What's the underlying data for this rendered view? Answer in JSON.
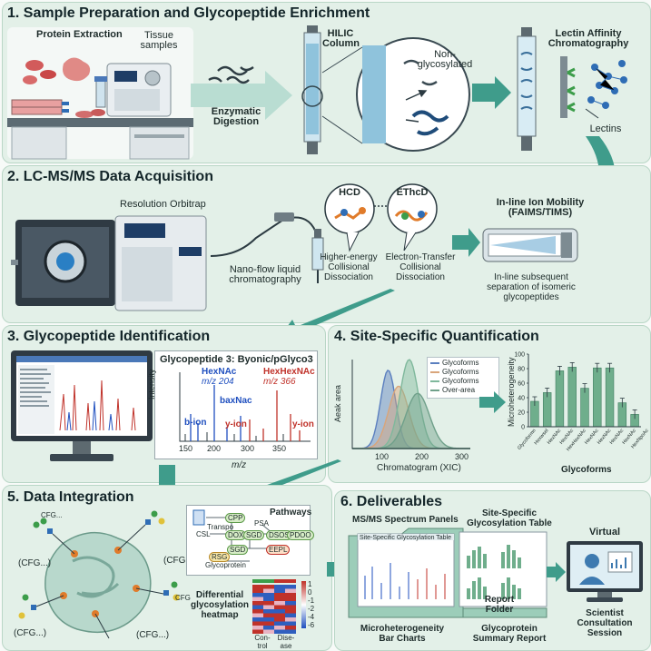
{
  "colors": {
    "panel_bg": "#e3f0e8",
    "panel_border": "#b9d6c6",
    "arrow": "#3f9c8b",
    "hcd_orange": "#e07b2a",
    "ion_blue": "#1f4fbf",
    "ion_red": "#c0322a",
    "bar_green": "#6fae8c"
  },
  "section1": {
    "title": "1.  Sample Preparation and Glycopeptide Enrichment",
    "protein_extraction": "Protein Extraction",
    "tissue_samples": "Tissue\nsamples",
    "enzymatic_digestion": "Enzymatic\nDigestion",
    "hilic_column": "HILIC\nColumn",
    "non_glycosylated": "Non-\nglycosylated",
    "lectin_affinity": "Lectin Affinity\nChromatography",
    "lectins": "Lectins"
  },
  "section2": {
    "title": "2.  LC-MS/MS Data Acquisition",
    "resolution_orbitrap": "Resolution Orbitrap",
    "nano_flow": "Nano-flow liquid\nchromatography",
    "hcd": "HCD",
    "ethcd": "EThcD",
    "hcd_desc": "Higher-energy\nCollisional\nDissociation",
    "ethcd_desc": "Electron-Transfer\nCollisional\nDissociation",
    "ion_mobility": "In-line Ion Mobility\n(FAIMS/TIMS)",
    "ion_mobility_desc": "In-line subsequent\nseparation of isomeric\nglycopeptides"
  },
  "section3": {
    "title": "3.  Glycopeptide Identification",
    "spectrum_title": "Glycopeptide 3: Byonic/pGlyco3",
    "peak1": "HexNAc",
    "peak1_mz": "m/z 204",
    "peak2": "HexHexNAc",
    "peak2_mz": "m/z 366",
    "peak3": "baxNac",
    "b_ion": "b-ion",
    "y_ion1": "y-ion",
    "y_ion2": "y-ion",
    "ylabel": "Intensity",
    "xlabel": "m/z",
    "xticks": [
      "150",
      "200",
      "300",
      "350"
    ]
  },
  "section4": {
    "title": "4.  Site-Specific Quantification",
    "ylabel": "Aeak area",
    "xlabel": "Chromatogram (XIC)",
    "xticks": [
      "100",
      "200",
      "300"
    ],
    "legend": [
      "Glycoforms",
      "Glycoforms",
      "Glycoforms",
      "Over-area"
    ],
    "bar_ylabel": "Microheterogeneity",
    "bar_xlabel": "Glycoforms",
    "bar_yticks": [
      "0",
      "20",
      "40",
      "60",
      "80",
      "100"
    ],
    "bar_categories": [
      "Glycoformn",
      "Hexwsel",
      "HexNAc",
      "HexNAc",
      "HexHexNAc",
      "HexNAc",
      "HexNAc",
      "HexNAc",
      "HexNAc",
      "HexNpoAc"
    ]
  },
  "chart_data": [
    {
      "type": "area",
      "xlabel": "Chromatogram (XIC)",
      "ylabel": "Aeak area",
      "xlim": [
        50,
        330
      ],
      "series": [
        {
          "name": "Glycoforms",
          "color": "#5b7fbf",
          "center": 135,
          "height": 0.88,
          "width": 18
        },
        {
          "name": "Glycoforms",
          "color": "#d9a57a",
          "center": 160,
          "height": 0.7,
          "width": 24
        },
        {
          "name": "Glycoforms",
          "color": "#7fb89c",
          "center": 185,
          "height": 1.0,
          "width": 22
        },
        {
          "name": "Over-area",
          "color": "#6fa08a",
          "center": 205,
          "height": 0.62,
          "width": 28
        }
      ]
    },
    {
      "type": "bar",
      "xlabel": "Glycoforms",
      "ylabel": "Microheterogeneity",
      "ylim": [
        0,
        100
      ],
      "categories": [
        "Glycoformn",
        "Hexwsel",
        "HexNAc",
        "HexNAc",
        "HexHexNAc",
        "HexNAc",
        "HexNAc",
        "HexNAc",
        "HexNAc",
        "HexNpoAc"
      ],
      "values": [
        35,
        47,
        77,
        82,
        53,
        81,
        81,
        33,
        17
      ]
    }
  ],
  "section5": {
    "title": "5.  Data Integration",
    "pathways": "Pathways",
    "glycoprotein": "Glycoprotein",
    "transport": "Transpo",
    "path_nodes": [
      "CPP",
      "CSL",
      "DOX",
      "SGD",
      "DSOS",
      "PDOO",
      "SGD",
      "EEPL",
      "PSA",
      "RSG"
    ],
    "cfg_labels": [
      "CFG...",
      "(CFG...)",
      "(CFG...)",
      "(CFG...)",
      "(CFG...)",
      "CFG"
    ],
    "heatmap_title": "Differential\nglycosylation\nheatmap",
    "heatmap_x": [
      "Con-\ntrol",
      "Dise-\nase"
    ],
    "heatmap_scale": [
      "1",
      "0",
      "-1",
      "-2",
      "-4",
      "-6"
    ]
  },
  "section6": {
    "title": "6.  Deliverables",
    "ms_panels": "MS/MS Spectrum Panels",
    "site_table": "Site-Specific\nGlycosylation Table",
    "table_header": "Site-Specific Glycosylation Table",
    "report_folder": "Report\nFolder",
    "micro_bar": "Microheterogeneity\nBar Charts",
    "summary_report": "Glycoprotein\nSummary Report",
    "virtual": "Virtual",
    "consult": "Scientist\nConsultation\nSession"
  }
}
